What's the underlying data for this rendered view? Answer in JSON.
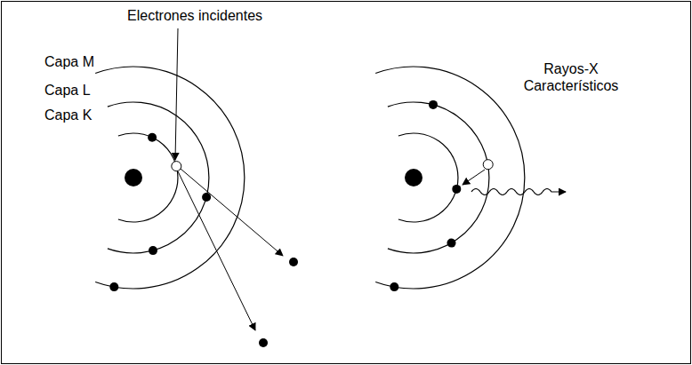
{
  "diagram": {
    "labels": [
      "Electrones incidentes",
      "Capa M",
      "Capa L",
      "Capa K",
      "Rayos-X Característicos"
    ]
  }
}
